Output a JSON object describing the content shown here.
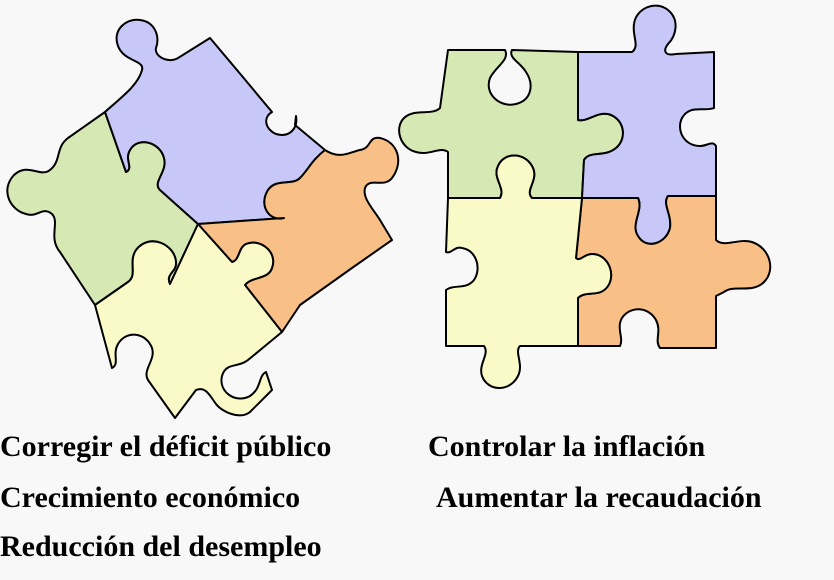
{
  "colors": {
    "green": "#d6e8b4",
    "purple": "#c8c8f8",
    "orange": "#f8bf86",
    "yellow": "#fafac8",
    "background": "#f8f8f8"
  },
  "left_column": {
    "items": [
      "Corregir el déficit público",
      "Crecimiento económico",
      "Reducción del desempleo"
    ]
  },
  "right_column": {
    "items": [
      "Controlar la inflación",
      "Aumentar la recaudación"
    ]
  }
}
